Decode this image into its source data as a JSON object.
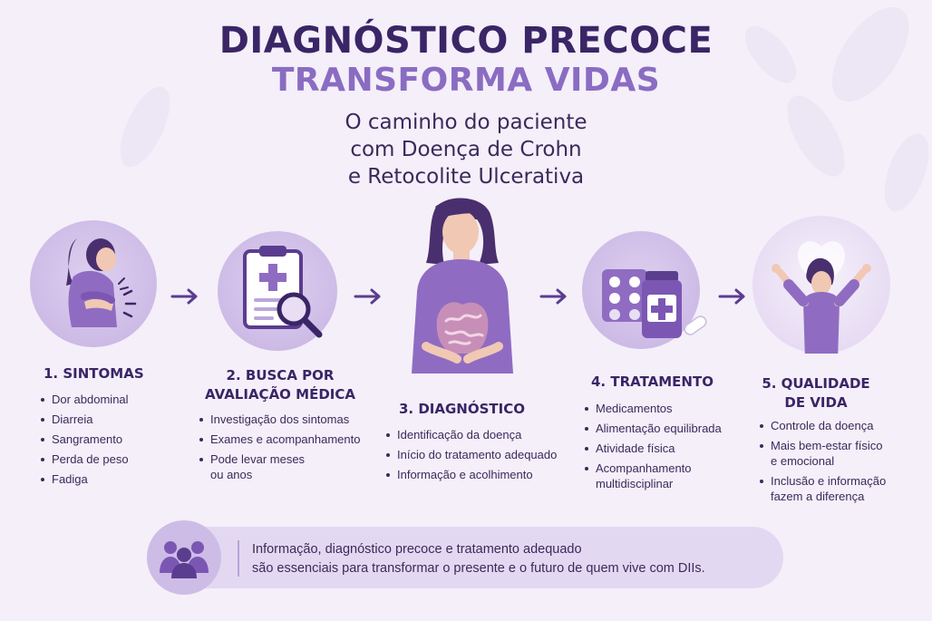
{
  "header": {
    "title_line1": "DIAGNÓSTICO PRECOCE",
    "title_line2": "TRANSFORMA VIDAS",
    "subtitle_lines": [
      "O caminho do paciente",
      "com Doença de Crohn",
      "e Retocolite Ulcerativa"
    ]
  },
  "steps": [
    {
      "title_lines": [
        "1. SINTOMAS"
      ],
      "icon": "woman-abdominal-pain-icon",
      "items": [
        "Dor abdominal",
        "Diarreia",
        "Sangramento",
        "Perda de peso",
        "Fadiga"
      ]
    },
    {
      "title_lines": [
        "2. BUSCA POR",
        "AVALIAÇÃO MÉDICA"
      ],
      "icon": "clipboard-magnifier-icon",
      "items": [
        "Investigação dos sintomas",
        "Exames e acompanhamento",
        "Pode levar meses\nou anos"
      ]
    },
    {
      "title_lines": [
        "3. DIAGNÓSTICO"
      ],
      "icon": "woman-intestine-icon",
      "items": [
        "Identificação da doença",
        "Início do tratamento adequado",
        "Informação e acolhimento"
      ]
    },
    {
      "title_lines": [
        "4. TRATAMENTO"
      ],
      "icon": "medication-bottle-icon",
      "items": [
        "Medicamentos",
        "Alimentação equilibrada",
        "Atividade física",
        "Acompanhamento\nmultidisciplinar"
      ]
    },
    {
      "title_lines": [
        "5. QUALIDADE",
        "DE VIDA"
      ],
      "icon": "happy-woman-arms-raised-icon",
      "items": [
        "Controle da doença",
        "Mais bem-estar físico\ne emocional",
        "Inclusão e informação\nfazem a diferença"
      ]
    }
  ],
  "banner": {
    "icon": "people-group-icon",
    "lines": [
      "Informação, diagnóstico precoce e tratamento adequado",
      "são essenciais para transformar o presente e o futuro de quem vive com DIIs."
    ]
  },
  "colors": {
    "dark_purple": "#3a2566",
    "accent_purple": "#8a6cc2",
    "circle_fill": "#cdbbe6",
    "background": "#f4eff9"
  }
}
